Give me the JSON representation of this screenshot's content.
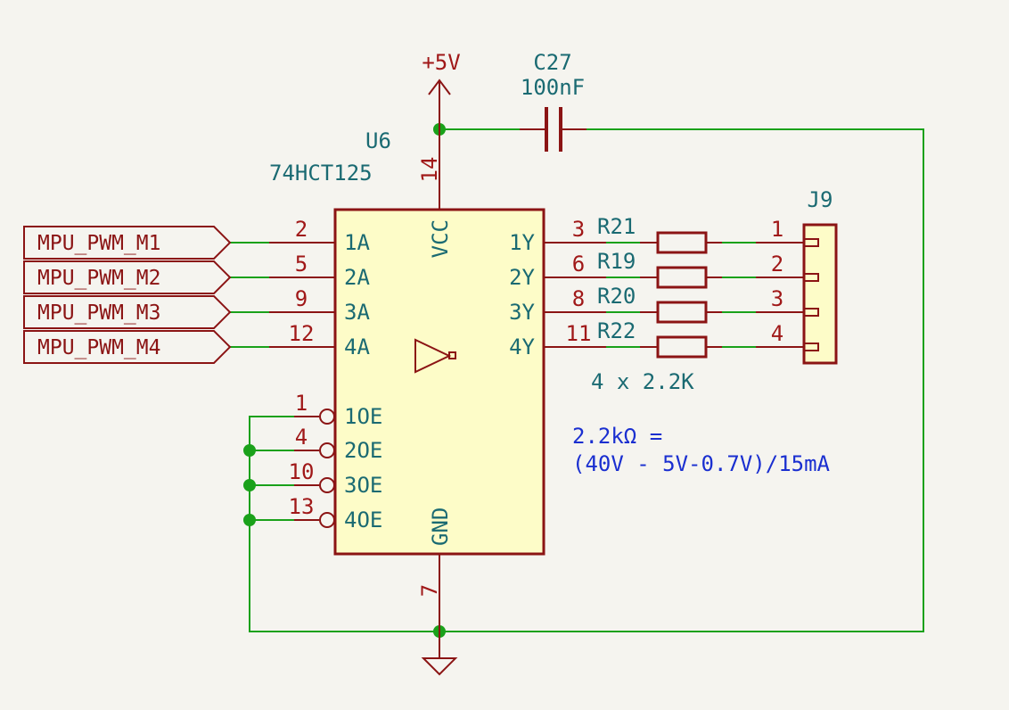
{
  "power": {
    "vcc_label": "+5V"
  },
  "capacitor": {
    "ref": "C27",
    "value": "100nF"
  },
  "ic": {
    "ref": "U6",
    "part": "74HCT125",
    "vcc_pin_name": "VCC",
    "vcc_pin_num": "14",
    "gnd_pin_name": "GND",
    "gnd_pin_num": "7",
    "inputs": [
      {
        "name": "1A",
        "num": "2"
      },
      {
        "name": "2A",
        "num": "5"
      },
      {
        "name": "3A",
        "num": "9"
      },
      {
        "name": "4A",
        "num": "12"
      }
    ],
    "outputs": [
      {
        "name": "1Y",
        "num": "3"
      },
      {
        "name": "2Y",
        "num": "6"
      },
      {
        "name": "3Y",
        "num": "8"
      },
      {
        "name": "4Y",
        "num": "11"
      }
    ],
    "enables": [
      {
        "name": "1OE",
        "num": "1"
      },
      {
        "name": "2OE",
        "num": "4"
      },
      {
        "name": "3OE",
        "num": "10"
      },
      {
        "name": "4OE",
        "num": "13"
      }
    ]
  },
  "net_labels": [
    "MPU_PWM_M1",
    "MPU_PWM_M2",
    "MPU_PWM_M3",
    "MPU_PWM_M4"
  ],
  "resistors": {
    "refs": [
      "R21",
      "R19",
      "R20",
      "R22"
    ],
    "value": "4 x 2.2K"
  },
  "connector": {
    "ref": "J9",
    "pins": [
      "1",
      "2",
      "3",
      "4"
    ]
  },
  "note": {
    "line1": "2.2kΩ =",
    "line2": "(40V - 5V-0.7V)/15mA"
  }
}
